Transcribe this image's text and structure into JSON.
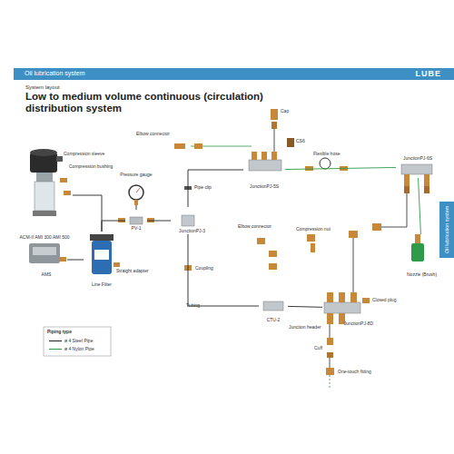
{
  "diagram": {
    "title": "Low to medium volume continuous (circulation) distribution system",
    "nodes": [
      {
        "text": [
          "Oil lubrication system",
          "LUBE"
        ]
      },
      {
        "text": [
          "Oil lubrication system"
        ]
      },
      {
        "text": [
          "ACM-II AMI 300 AMI 500"
        ]
      },
      {
        "text": [
          "AMS"
        ]
      },
      {
        "text": [
          "Pressure gauge"
        ]
      },
      {
        "text": [
          "PV-1"
        ]
      },
      {
        "text": [
          "Line Filter"
        ]
      },
      {
        "text": [
          "JunctionPJ-3"
        ]
      },
      {
        "text": [
          "JunctionPJ-5S"
        ]
      },
      {
        "text": [
          "JunctionPJ-6S"
        ]
      },
      {
        "text": [
          "CTU-2"
        ]
      },
      {
        "text": [
          "JunctionPJ-8D"
        ]
      },
      {
        "text": [
          "Nozzle (Brush)"
        ]
      }
    ],
    "edges": [
      {
        "from": 2,
        "to": 6,
        "arrow": "none"
      },
      {
        "from": 3,
        "to": 6,
        "arrow": "none"
      },
      {
        "from": 6,
        "to": 5,
        "arrow": "none"
      },
      {
        "from": 5,
        "to": 4,
        "arrow": "none"
      },
      {
        "from": 5,
        "to": 7,
        "arrow": "none"
      },
      {
        "from": 7,
        "to": 8,
        "arrow": "none"
      },
      {
        "from": 7,
        "to": 10,
        "arrow": "none"
      },
      {
        "from": 8,
        "to": 9,
        "arrow": "none"
      },
      {
        "from": 10,
        "to": 11,
        "arrow": "none"
      },
      {
        "from": 9,
        "to": 12,
        "arrow": "none"
      }
    ],
    "labels": [
      "System layout",
      "Compression sleeve",
      "Compression bushing",
      "Straight adapter",
      "Pipe clip",
      "Coupling",
      "Tubing",
      "Elbow connector",
      "Cap",
      "CS6",
      "Flexible hose",
      "Compression nut",
      "Elbow connector",
      "Closed plug",
      "Junction header",
      "Cuff",
      "One-touch fitting",
      "Piping type"
    ],
    "legend": [
      {
        "text": "ø 4 Steel Pipe"
      },
      {
        "text": "ø 4 Nylon Pipe"
      }
    ]
  }
}
